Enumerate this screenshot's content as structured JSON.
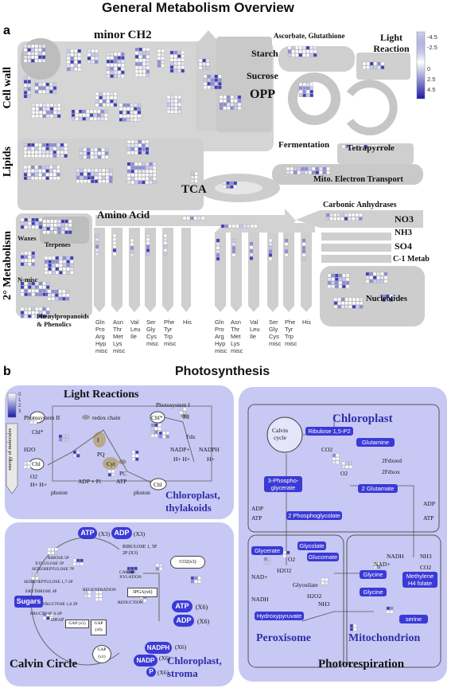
{
  "figure_title": "General Metabolism Overview",
  "panel_a": {
    "letter": "a",
    "labels": {
      "minor_ch2": "minor CH2",
      "cell_wall": "Cell wall",
      "lipids": "Lipids",
      "secondary_metabolism": "2° Metabolism",
      "starch": "Starch",
      "sucrose": "Sucrose",
      "asc_glut": "Ascorbate, Glutathione",
      "light_reaction": "Light Reaction",
      "opp": "OPP",
      "fermentation": "Fermentation",
      "tetrapyrrole": "Tetrapyrrole",
      "mito_et": "Mito. Electron Transport",
      "tca": "TCA",
      "amino_acid": "Amino Acid",
      "carbonic": "Carbonic Anhydrases",
      "no3": "NO3",
      "nh3": "NH3",
      "so4": "SO4",
      "c1": "C-1 Metab",
      "waxes": "Waxes",
      "terpenes": "Terpenes",
      "nmisc": "N-misc",
      "phenyl": "Phenylpropanoids\n& Phenolics",
      "nucleotides": "Nucleotides"
    },
    "amino_columns_left": [
      "Gln\nPro\nArg\nHyp\nmisc",
      "Asn\nThr\nMet\nLys\nmisc",
      "Val\nLeu\nIle",
      "Ser\nGly\nCys\nmisc",
      "Phe\nTyr\nTrp\nmisc",
      "His"
    ],
    "amino_columns_right": [
      "Gln\nPro\nArg\nHyp\nmisc",
      "Asn\nThr\nMet\nLys\nmisc",
      "Val\nLeu\nIle",
      "Ser\nGly\nCys\nmisc",
      "Phe\nTyr\nTrp\nmisc",
      "His"
    ],
    "color_scale": {
      "ticks": [
        "-4.5",
        "-2.5",
        "0",
        "2.5",
        "4.5"
      ],
      "colors": [
        "#ffffff",
        "#c9c9f0",
        "#6b6bdb",
        "#1a1aa6"
      ]
    }
  },
  "panel_b": {
    "letter": "b",
    "title": "Photosynthesis",
    "energy_scale": {
      "ticks": [
        "0",
        "1",
        "2",
        "3"
      ],
      "label": "energy of molecules"
    },
    "light": {
      "title": "Light Reactions",
      "ps2": "Photosystem II",
      "ps1": "Photosystem I",
      "redox": "redox chain",
      "chl_star_1": "Chl*",
      "chl_star_2": "Chl*",
      "chl_1": "Chl",
      "chl_2": "Chl",
      "i": "I",
      "pq": "PQ",
      "cyt": "Cyt",
      "pc": "PC",
      "fd": "Fd",
      "fdx": "Fdx",
      "nadp": "NADP+",
      "nadph": "NADPH",
      "h2o": "H2O",
      "o2": "O2",
      "hplus1": "H+ H+",
      "hplus2": "H+ H+",
      "hplus3": "H+",
      "photon1": "photon",
      "photon2": "photon",
      "adp": "ADP + Pi",
      "atp": "ATP",
      "region": "Chloroplast,\nthylakoids"
    },
    "calvin": {
      "atp": "ATP",
      "adp": "ADP",
      "x3a": "(X3)",
      "x3b": "(X3)",
      "ribulose_bp": "RIBULOSE 1, 5P",
      "two_p": "2P (X3)",
      "co2": "CO2(x3)",
      "ribose5p": "RIBOSE 5P",
      "xylulose5p": "XYLULOSE 5P",
      "sedo7p": "SEDUHEPTULOSE 7P",
      "sedo17": "SEDUHEPTULOSE 1,7-2P",
      "erythrose": "ERYTHROSE 4P",
      "fructose16": "FRUCTOSE 1,6 2P",
      "fructose6p": "FRUCTOSE 6-2P",
      "regeneration": "REGENERATION",
      "carboxylation": "CARBO-\nXYLATION",
      "reduction": "REDUCTION",
      "pga": "3PGA(x6)",
      "sugars": "Sugars",
      "gap5": "GAP (x5)",
      "dhap": "DHAP",
      "gap6": "GAP\n(x6)",
      "gap1": "GAP\n(x1)",
      "atp2": "ATP",
      "adp2": "ADP",
      "x6a": "(X6)",
      "x6b": "(X6)",
      "nadph": "NADPH",
      "nadp": "NADP",
      "x6c": "(X6)",
      "x6d": "(X6)",
      "p": "P",
      "x6e": "(X6)",
      "title": "Calvin Circle",
      "region": "Chloroplast,\nstroma"
    },
    "photoresp": {
      "chloroplast": "Chloroplast",
      "calvin_cycle": "Calvin\ncycle",
      "ribulose": "Ribulose 1,5-P2",
      "glutamine": "Glutamine",
      "co2": "CO2",
      "o2": "O2",
      "three_pg": "3-Phospho-\nglycerate",
      "two_glu": "2 Glutamate",
      "two_fdx_red": "2Fdxred",
      "two_fdx_ox": "2Fdxox",
      "adp": "ADP",
      "atp": "ATP",
      "adp2": "ADP",
      "atp2": "ATP",
      "phosphoglycolate": "2 Phosphoglycolate",
      "glycerate": "Glycerate",
      "glycolate": "Glycolate",
      "glucomate": "Glucomate",
      "glyoxilate": "Glyoxilate",
      "hydroxy": "Hydroxypyruvate",
      "nadplus": "NAD+",
      "nadh": "NADH",
      "o2b": "O2",
      "h2o2a": "H2O2",
      "h2o2b": "H2O2",
      "nh3": "NH3",
      "glycine1": "Glycine",
      "glycine2": "Glycine",
      "nadplus2": "NAD+",
      "nadh2": "NADH",
      "nh3b": "NH3",
      "co2b": "CO2",
      "methylene": "Methylene\nH4 folate",
      "serine": "serine",
      "peroxisome": "Peroxisome",
      "mitochondrion": "Mitochondrion",
      "title": "Photorespiration"
    }
  }
}
